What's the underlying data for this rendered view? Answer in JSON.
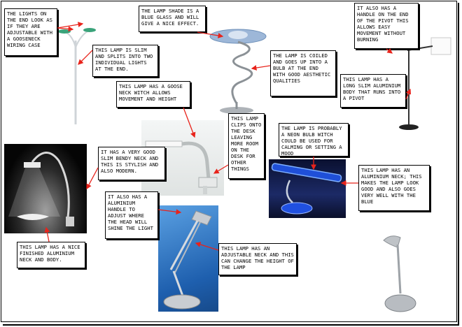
{
  "notes": {
    "streetlight_ends": "The lights on the end look as if they are adjustable with a gooseneck wiring case",
    "streetlight_splits": "This lamp is slim and splits into two individual lights at the end.",
    "shade_glass": "The lamp shade is a blue glass and will give a nice effect.",
    "coiled": "The lamp is coiled and goes up into a bulb at the end with good aesthetic qualities",
    "pivot_handle": "It also has a handle on the end of the pivot this allows easy movement without burning",
    "pivot_body": "This lamp has a long slim aluminium body that runs into a pivot",
    "goose_neck": "This lamp has a goose neck witch allows movement and height",
    "clip_desk": "This lamp clips onto the desk leaving more room on the desk for other things",
    "neon_bulb": "The lamp is probably a neon bulb witch could be used for calming or setting a mood",
    "aluminium_neck_blue": "This lamp has an aluminium neck; this makes the lamp look good and also goes very well with the blue",
    "bendy_neck": "It has a very good slim bendy neck and this is stylish and also modern.",
    "finished_neck": "This lamp has a nice finished aluminium neck and body.",
    "handle_head": "It also has a aluminium handle to adjust where the head will shine the light",
    "adjustable_neck": "This lamp has an adjustable neck and this can change the height of the lamp"
  },
  "colors": {
    "arrow": "#e8231b",
    "border": "#000000",
    "neon_blue": "#1f4fd8",
    "photo_blue": "#2c6fc0"
  },
  "icons": {
    "arrow": "arrowhead"
  }
}
